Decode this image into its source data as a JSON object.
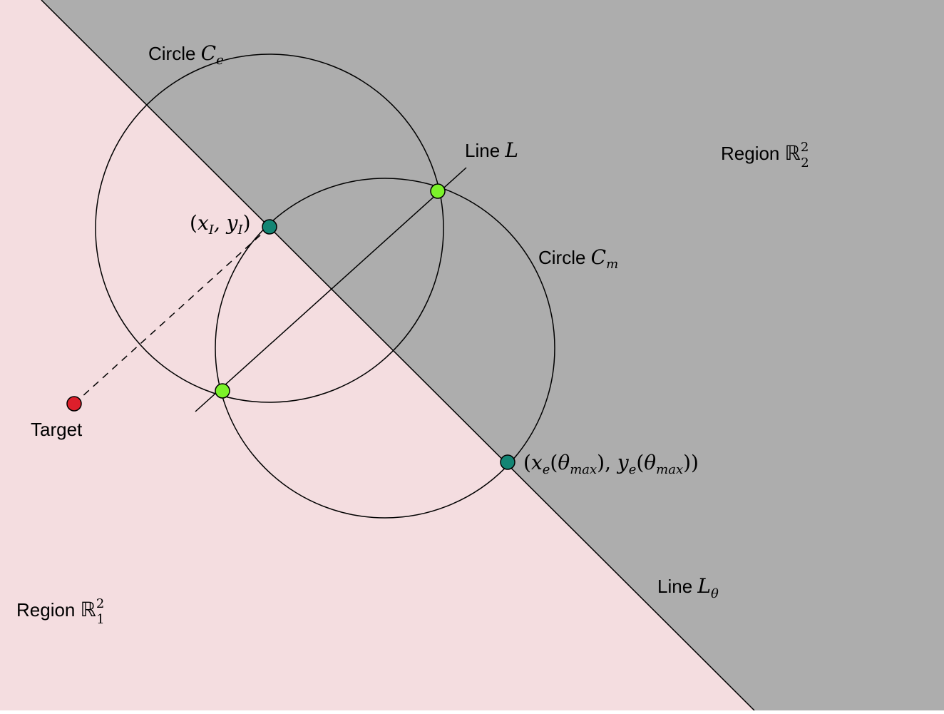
{
  "colors": {
    "region_1_fill": "#f4dde0",
    "region_2_fill": "#adadad",
    "stroke": "#000000",
    "intersection_point": "#7cf22a",
    "tangent_point": "#138574",
    "target_point": "#dd1f2b"
  },
  "labels": {
    "circle_e": {
      "prefix": "Circle ",
      "symbol": "C",
      "sub": "e"
    },
    "circle_m": {
      "prefix": "Circle ",
      "symbol": "C",
      "sub": "m"
    },
    "line_l": {
      "prefix": "Line ",
      "symbol": "L"
    },
    "line_theta": {
      "prefix": "Line ",
      "symbol": "L",
      "sub": "θ"
    },
    "region_1": {
      "prefix": "Region ",
      "symbol": "ℝ",
      "sup": "2",
      "sub": "1"
    },
    "region_2": {
      "prefix": "Region ",
      "symbol": "ℝ",
      "sup": "2",
      "sub": "2"
    },
    "target": "Target",
    "point_i": {
      "open": "(",
      "x": "x",
      "x_sub": "I",
      "comma": ", ",
      "y": "y",
      "y_sub": "I",
      "close": ")"
    },
    "point_e": {
      "open": "(",
      "x": "x",
      "x_sub": "e",
      "mid1": "(",
      "theta": "θ",
      "theta_sub": "max",
      "mid2": "), ",
      "y": "y",
      "y_sub": "e",
      "mid3": "(",
      "theta2": "θ",
      "theta2_sub": "max",
      "close": "))"
    }
  }
}
